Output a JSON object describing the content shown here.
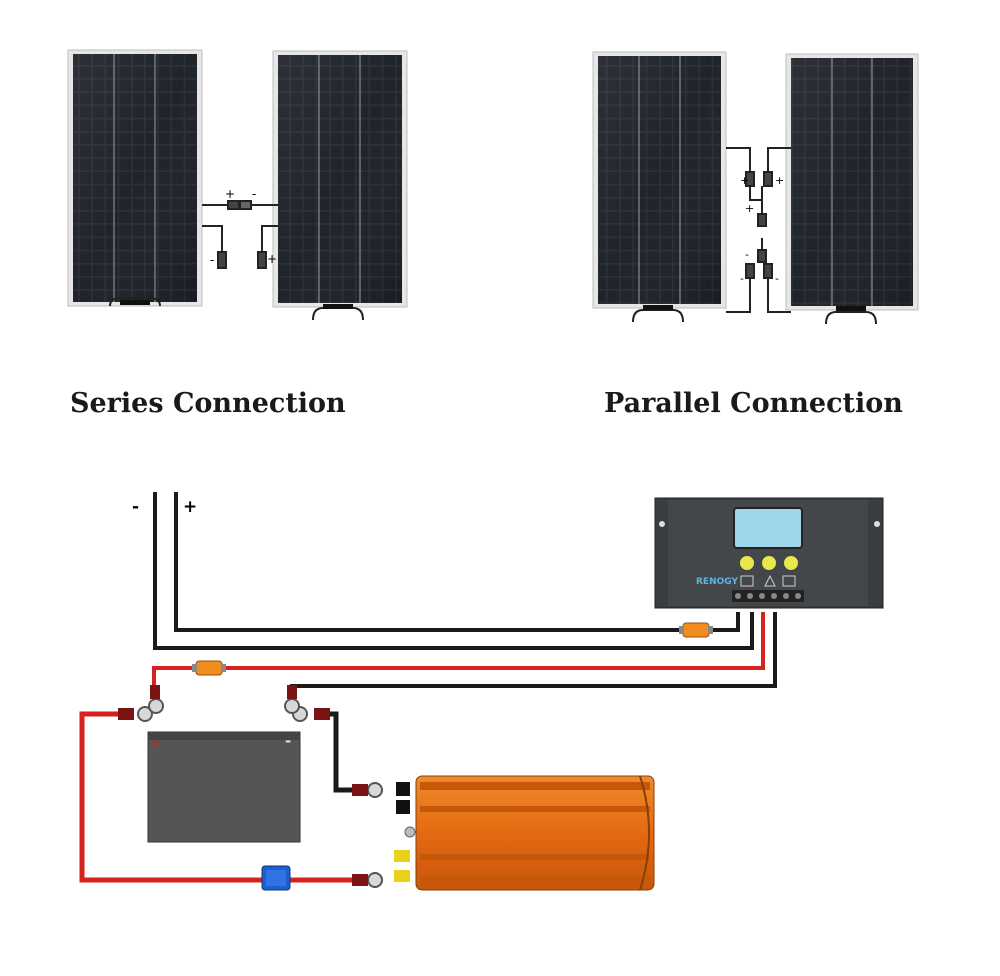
{
  "captions": {
    "series": "Series Connection",
    "parallel": "Parallel Connection"
  },
  "polarity": {
    "plus": "+",
    "minus": "-"
  },
  "controller": {
    "brand": "RENOGY"
  },
  "colors": {
    "panel_cell": "#15181d",
    "panel_frame": "#d9d9d9",
    "wire_black": "#1a1a1a",
    "wire_red": "#d7211f",
    "fuse_orange": "#f08c1e",
    "fuse_blue": "#1e5fd0",
    "battery_body": "#555555",
    "inverter_orange": "#e8741a",
    "controller_body": "#3a3c3f",
    "controller_screen": "#9fd6ea",
    "controller_buttons": "#e8e84a"
  }
}
